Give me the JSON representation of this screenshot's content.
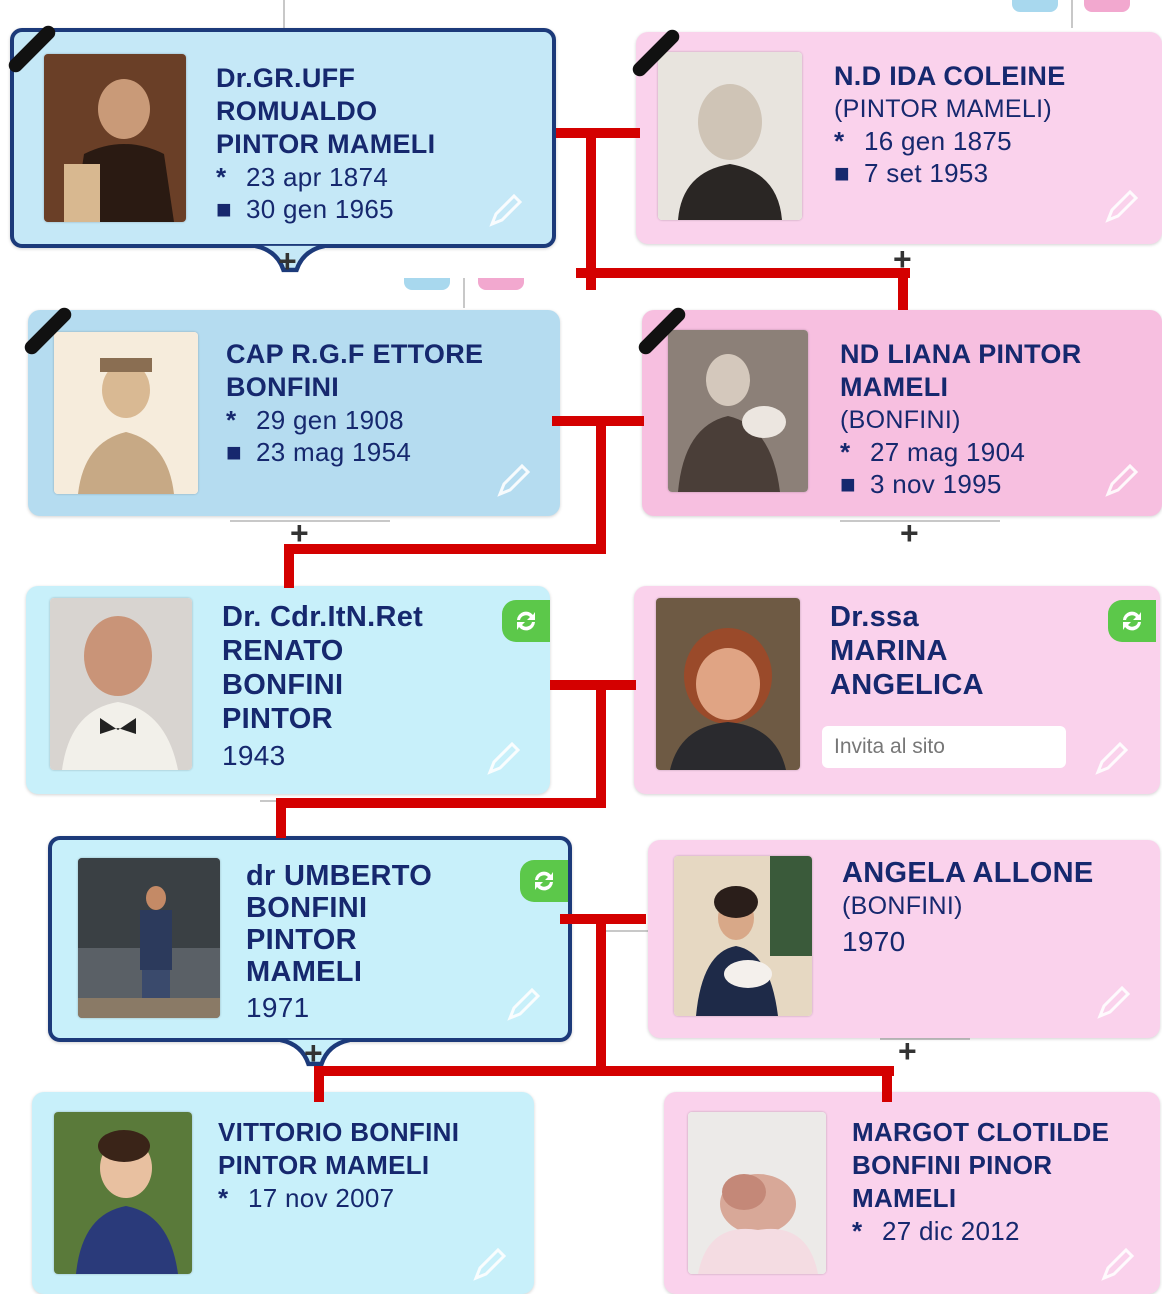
{
  "persons": {
    "gp_romualdo": {
      "name_lines": [
        "Dr.GR.UFF",
        "ROMUALDO",
        "PINTOR MAMELI"
      ],
      "birth": "23 apr 1874",
      "death": "30 gen 1965"
    },
    "gp_ida": {
      "name_lines": [
        "N.D IDA COLEINE"
      ],
      "maiden": "(PINTOR MAMELI)",
      "birth": "16 gen 1875",
      "death": "7 set 1953"
    },
    "p_ettore": {
      "name_lines": [
        "CAP R.G.F ETTORE",
        "BONFINI"
      ],
      "birth": "29 gen 1908",
      "death": "23 mag 1954"
    },
    "p_liana": {
      "name_lines": [
        "ND LIANA PINTOR",
        "MAMELI"
      ],
      "maiden": "(BONFINI)",
      "birth": "27 mag 1904",
      "death": "3 nov 1995"
    },
    "renato": {
      "name_lines": [
        "Dr. Cdr.ItN.Ret",
        "RENATO",
        "BONFINI",
        "PINTOR"
      ],
      "year": "1943"
    },
    "marina": {
      "name_lines": [
        "Dr.ssa",
        "MARINA",
        "ANGELICA"
      ],
      "invite_label": "Invita al sito"
    },
    "umberto": {
      "name_lines": [
        "dr UMBERTO",
        "BONFINI",
        "PINTOR",
        "MAMELI"
      ],
      "year": "1971"
    },
    "angela": {
      "name_lines": [
        "ANGELA ALLONE"
      ],
      "maiden": "(BONFINI)",
      "year": "1970"
    },
    "vittorio": {
      "name_lines": [
        "VITTORIO BONFINI",
        "PINTOR MAMELI"
      ],
      "birth": "17 nov 2007"
    },
    "margot": {
      "name_lines": [
        "MARGOT CLOTILDE",
        "BONFINI PINOR",
        "MAMELI"
      ],
      "birth": "27 dic 2012"
    }
  },
  "symbols": {
    "birth": "*",
    "death": "■",
    "add": "+"
  },
  "icons": {
    "photo": "portrait-photo",
    "edit": "pencil-icon",
    "sync": "sync-icon",
    "mourning": "mourning-ribbon-icon",
    "add": "plus-icon"
  },
  "colors": {
    "male_card": "#c5e8f7",
    "female_card": "#fad2ec",
    "selected_border": "#1c3a7a",
    "text": "#16286e",
    "connector": "#d40000",
    "sync_badge": "#5cc84a"
  }
}
